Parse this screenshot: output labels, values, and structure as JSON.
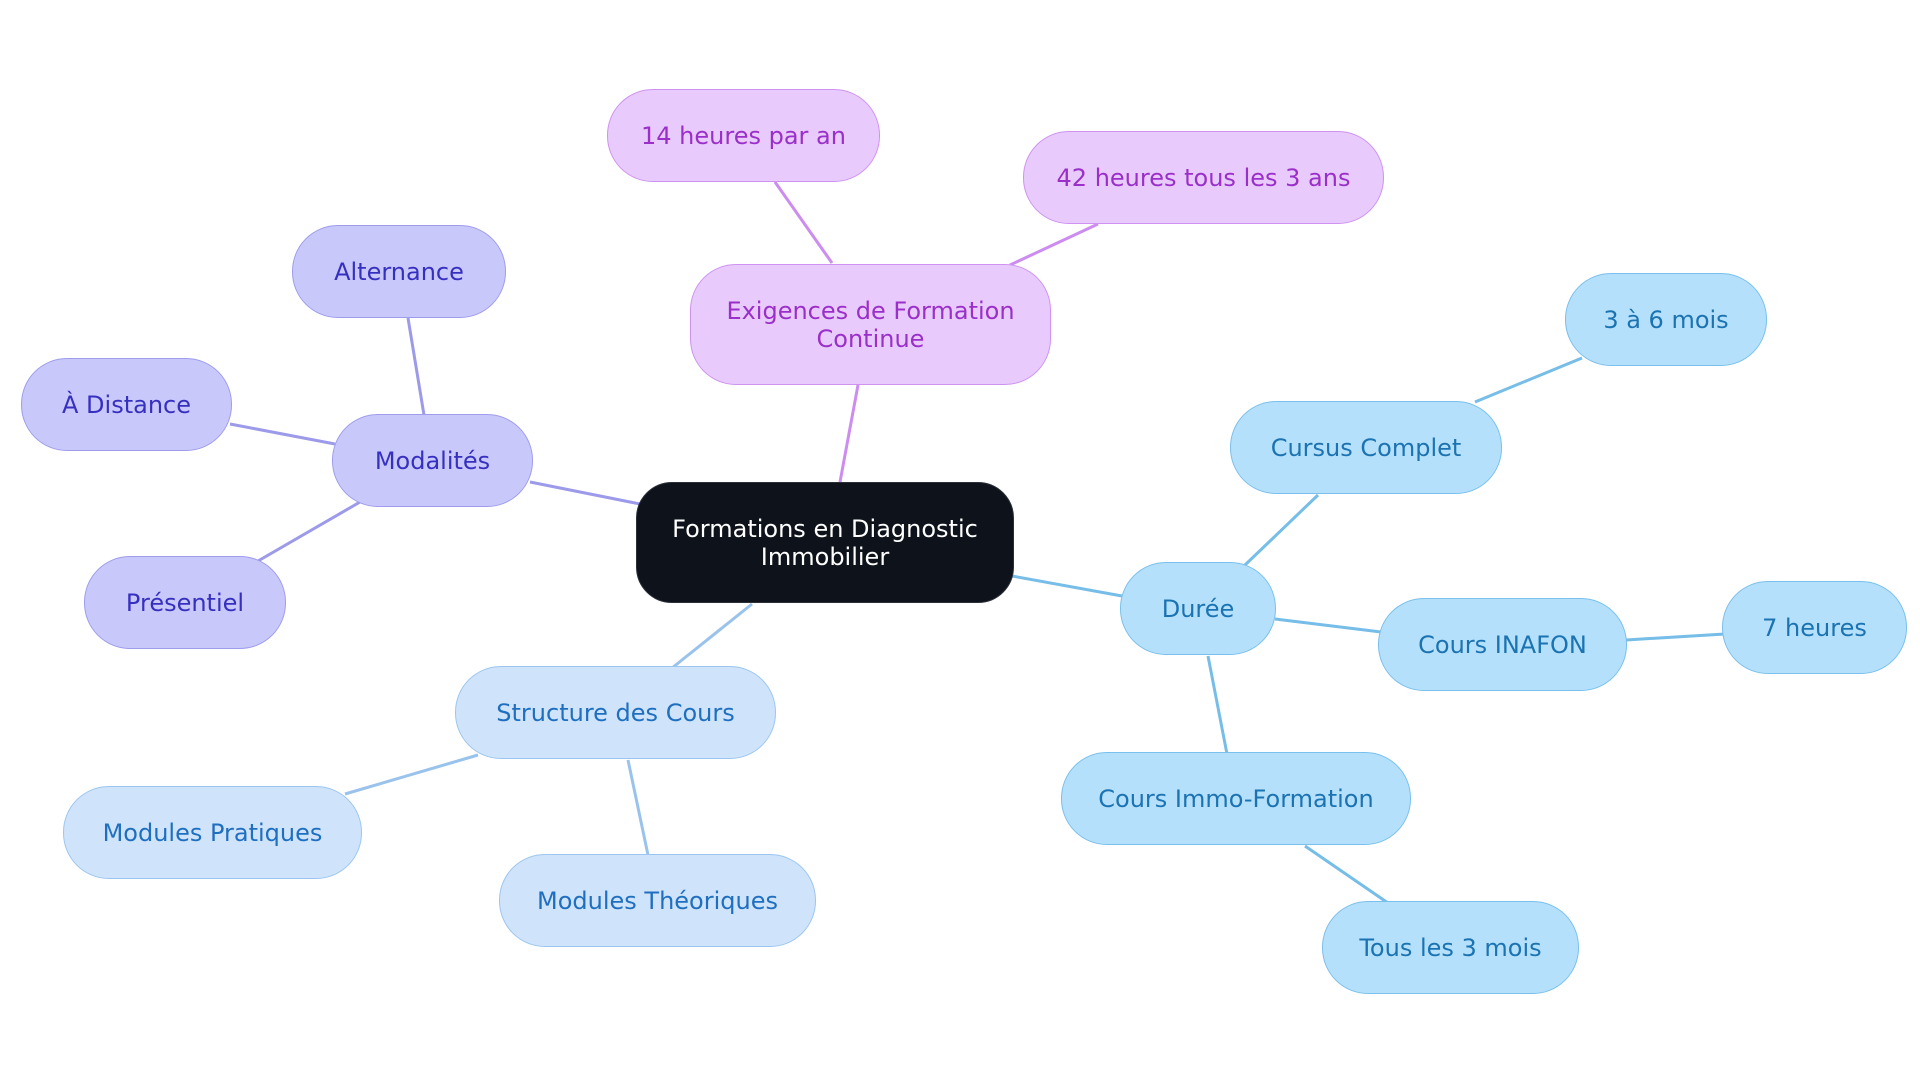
{
  "colors": {
    "root_fill": "#0e131b",
    "purple_fill": "#e8cbfc",
    "purple_line": "#cd8cf0",
    "purple_text": "#9b2fc9",
    "indigo_fill": "#c9c8fb",
    "indigo_line": "#9c9ae9",
    "indigo_text": "#3630c0",
    "sky_fill": "#b5e0fb",
    "sky_line": "#76bde8",
    "sky_text": "#1b73b2",
    "pale_fill": "#cfe3fa",
    "pale_line": "#99c3ec",
    "pale_text": "#1f6fc0"
  },
  "mindmap": {
    "root": {
      "line1": "Formations en Diagnostic",
      "line2": "Immobilier"
    },
    "exigences": {
      "line1": "Exigences de Formation",
      "line2": "Continue",
      "children": [
        "14 heures par an",
        "42 heures tous les 3 ans"
      ]
    },
    "modalites": {
      "label": "Modalités",
      "children": [
        "Alternance",
        "À Distance",
        "Présentiel"
      ]
    },
    "structure": {
      "label": "Structure des Cours",
      "children": [
        "Modules Pratiques",
        "Modules Théoriques"
      ]
    },
    "duree": {
      "label": "Durée",
      "cursus": {
        "label": "Cursus Complet",
        "child": "3 à 6 mois"
      },
      "inafon": {
        "label": "Cours INAFON",
        "child": "7 heures"
      },
      "immo": {
        "label": "Cours Immo-Formation",
        "child": "Tous les 3 mois"
      }
    }
  }
}
